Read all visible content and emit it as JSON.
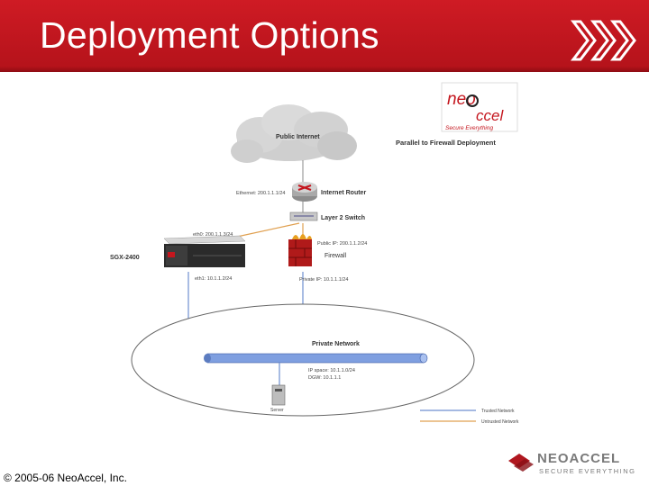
{
  "slide": {
    "title": "Deployment Options",
    "footer": "© 2005-06 NeoAccel, Inc."
  },
  "diagram": {
    "heading": "Parallel to Firewall Deployment",
    "logo": {
      "brand_top": "neo",
      "brand_bottom": "ccel",
      "tagline": "Secure Everything"
    },
    "cloud_label": "Public Internet",
    "router": {
      "name": "Internet Router",
      "iface": "Ethernet: 200.1.1.1/24"
    },
    "switch": {
      "name": "Layer 2 Switch"
    },
    "sgx": {
      "name": "SGX-2400",
      "eth0": "eth0: 200.1.1.3/24",
      "eth1": "eth1: 10.1.1.2/24"
    },
    "firewall": {
      "name": "Firewall",
      "public_ip": "Public IP: 200.1.1.2/24",
      "private_ip": "Private IP: 10.1.1.1/24"
    },
    "private_network": {
      "name": "Private Network",
      "ip_space": "IP space: 10.1.1.0/24",
      "dgw": "DGW: 10.1.1.1"
    },
    "server": {
      "name": "Server"
    },
    "legend": {
      "trusted": "Trusted Network",
      "untrusted": "Untrusted Network"
    },
    "colors": {
      "trusted": "#6f8fd0",
      "untrusted": "#e0a050",
      "header": "#c4161e"
    }
  },
  "footer_logo": {
    "brand": "NEOACCEL",
    "tagline": "SECURE EVERYTHING"
  }
}
